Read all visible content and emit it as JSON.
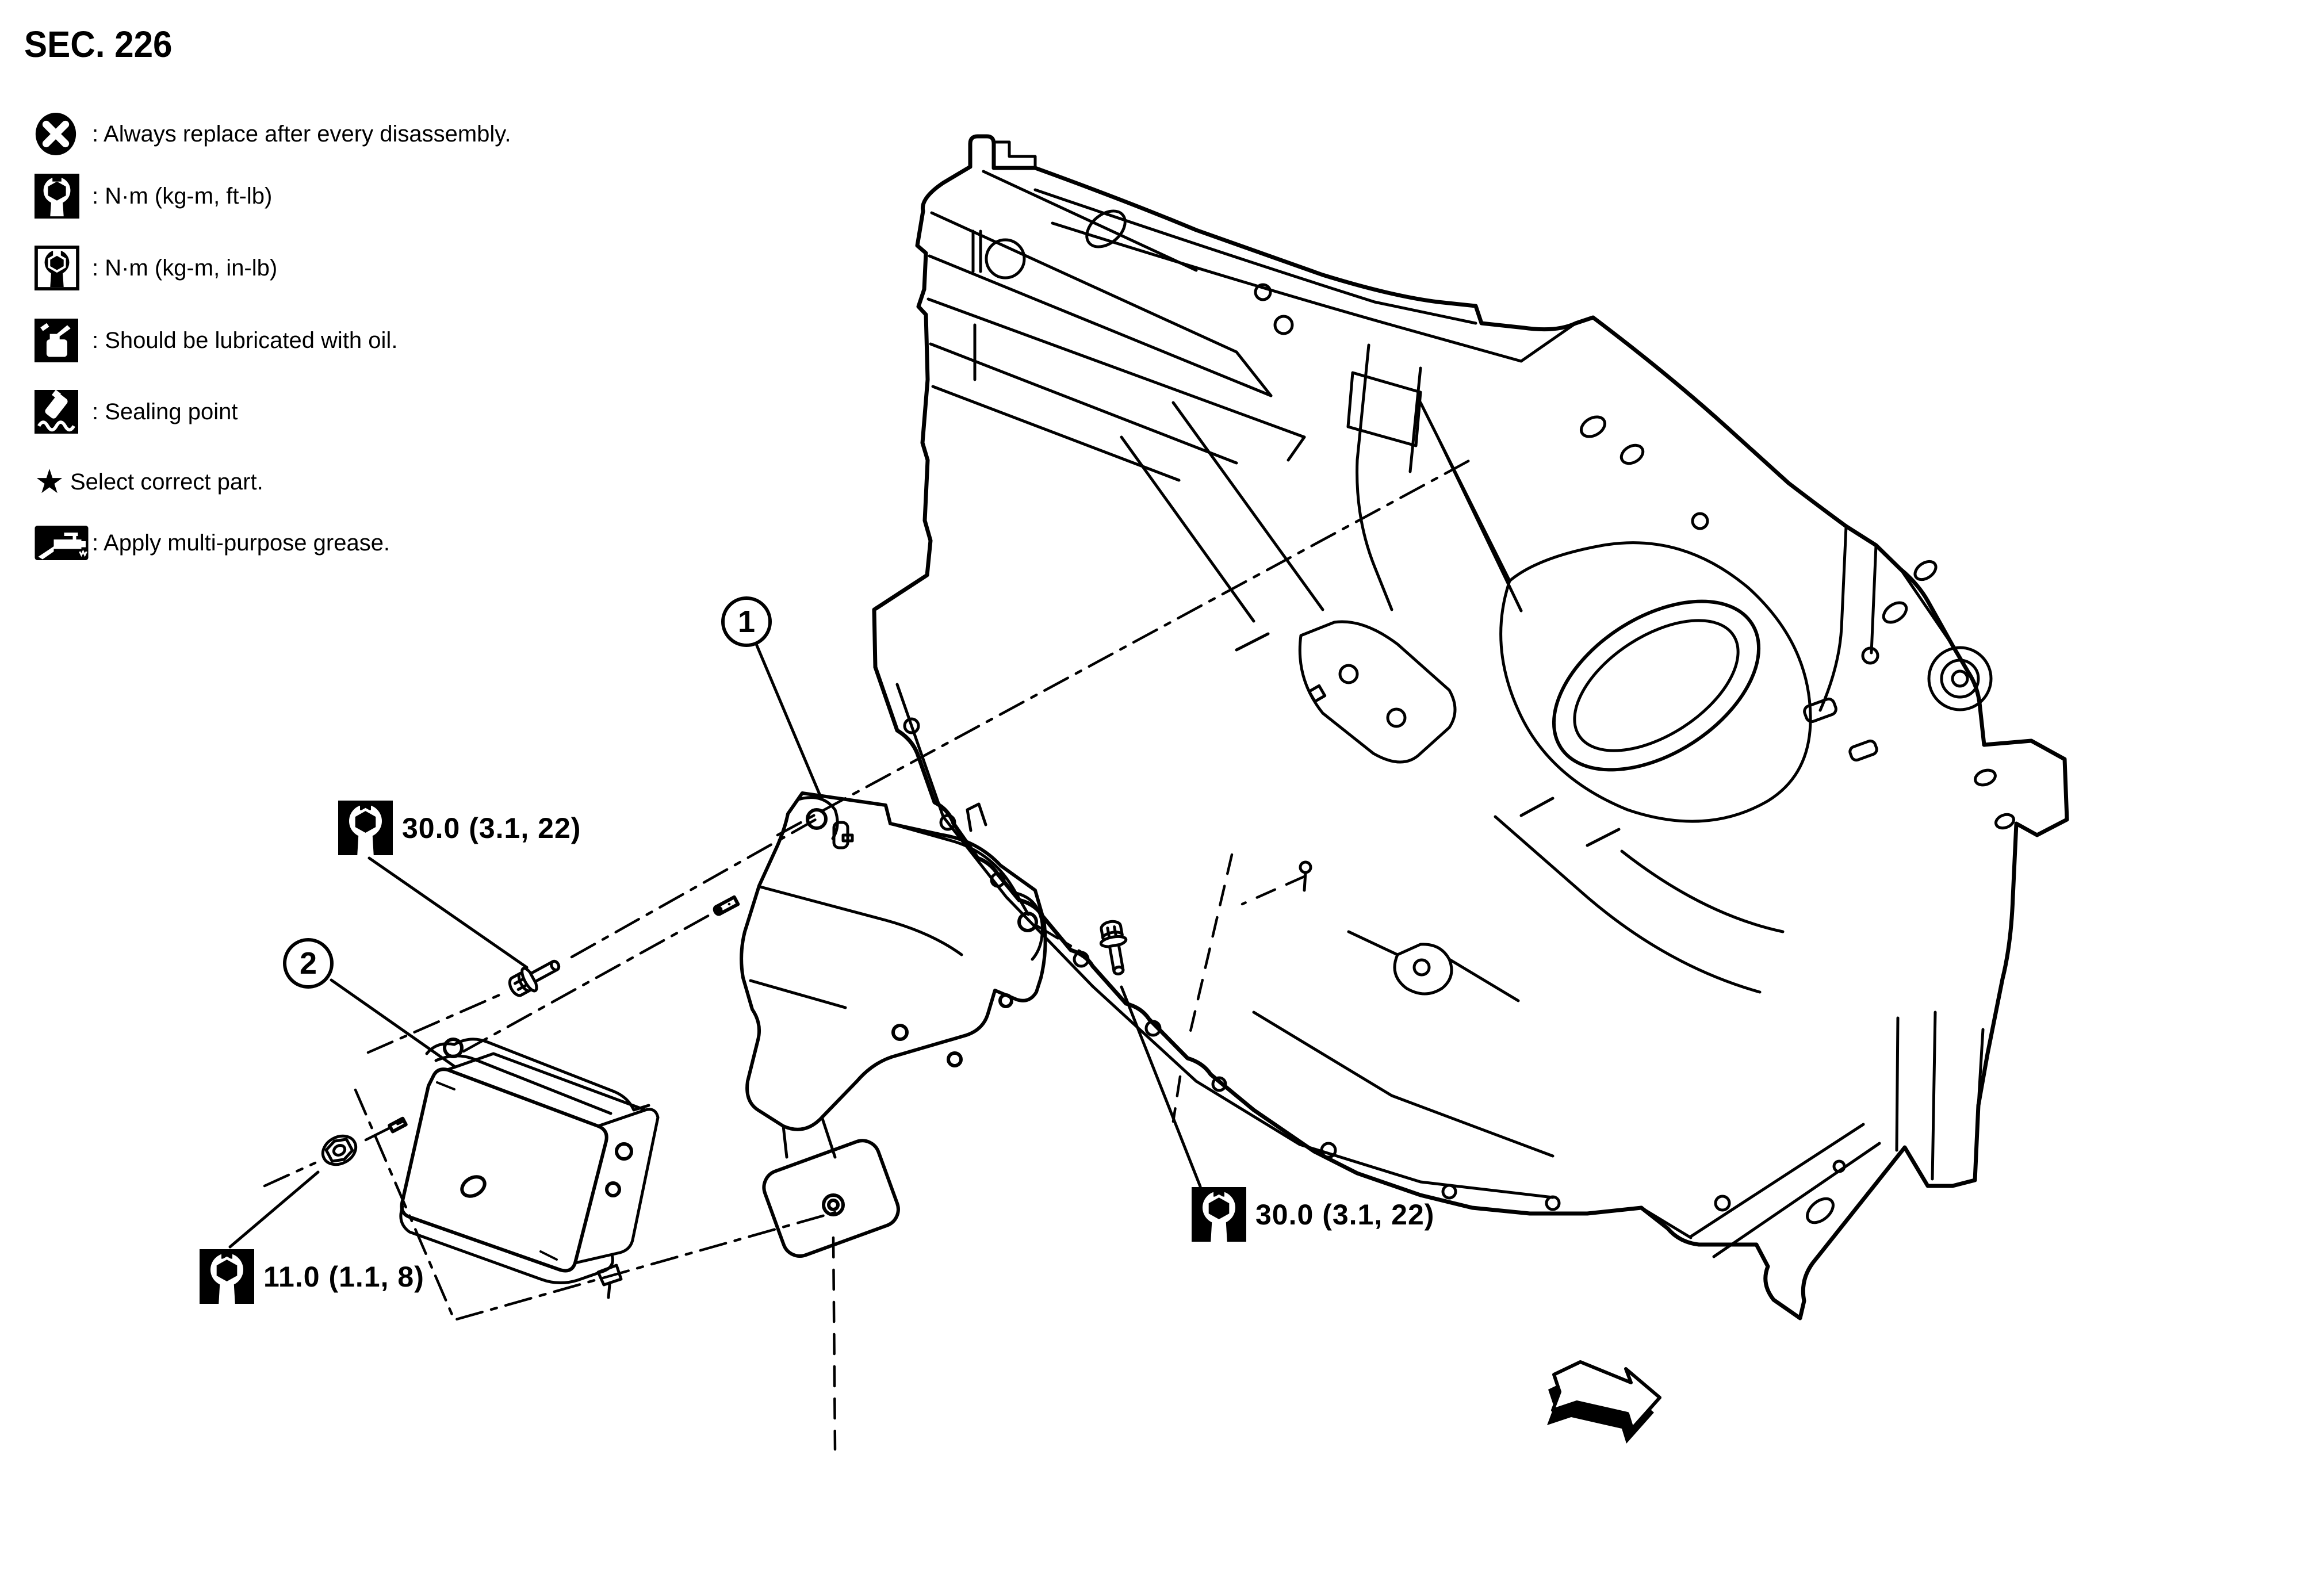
{
  "title": "SEC. 226",
  "colors": {
    "ink": "#000000",
    "paper": "#ffffff"
  },
  "legend": {
    "items": [
      {
        "icon": "replace-icon",
        "label": ": Always replace after every disassembly."
      },
      {
        "icon": "torque-ftlb-icon",
        "label": ": N·m (kg-m, ft-lb)"
      },
      {
        "icon": "torque-inlb-icon",
        "label": ": N·m (kg-m, in-lb)"
      },
      {
        "icon": "oil-icon",
        "label": ": Should be lubricated with oil."
      },
      {
        "icon": "sealing-icon",
        "label": ": Sealing point"
      },
      {
        "icon": "star-icon",
        "label": "Select correct part.",
        "glyph": "★"
      },
      {
        "icon": "grease-icon",
        "label": ": Apply multi-purpose grease."
      }
    ]
  },
  "parts": {
    "item_1": {
      "number": "1"
    },
    "item_2": {
      "number": "2"
    }
  },
  "torque_callouts": {
    "bracket_upper_bolt": {
      "value": "30.0 (3.1, 22)"
    },
    "bracket_lower_bolt": {
      "value": "30.0 (3.1, 22)"
    },
    "module_nut": {
      "value": "11.0 (1.1, 8)"
    }
  }
}
